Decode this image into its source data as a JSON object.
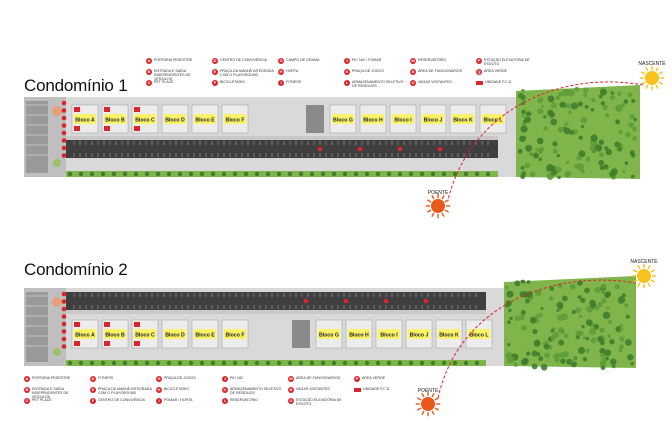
{
  "plans": [
    {
      "title": "Condomínio 1",
      "blocks": [
        "Bloco A",
        "Bloco B",
        "Bloco C",
        "Bloco D",
        "Bloco E",
        "Bloco F",
        "Bloco G",
        "Bloco H",
        "Bloco I",
        "Bloco J",
        "Bloco K",
        "Bloco L"
      ],
      "sunrise_label": "NASCENTE",
      "sunset_label": "POENTE"
    },
    {
      "title": "Condomínio 2",
      "blocks": [
        "Bloco A",
        "Bloco B",
        "Bloco C",
        "Bloco D",
        "Bloco E",
        "Bloco F",
        "Bloco G",
        "Bloco H",
        "Bloco I",
        "Bloco J",
        "Bloco K",
        "Bloco L"
      ],
      "sunrise_label": "NASCENTE",
      "sunset_label": "POENTE"
    }
  ],
  "legend1": [
    {
      "code": "A",
      "text": "PORTARIA PEDESTRE"
    },
    {
      "code": "B",
      "text": "ENTRADA E SAÍDA INDEPENDENTES DE VEÍCULOS"
    },
    {
      "code": "C",
      "text": "PET PLACE"
    },
    {
      "code": "D",
      "text": "CENTRO DE CONVIVÊNCIA"
    },
    {
      "code": "E",
      "text": "PRAÇA DA MANHÃ INTEGRADA COM O PLAYGROUND"
    },
    {
      "code": "F",
      "text": "BICICLETÁRIO"
    },
    {
      "code": "G",
      "text": "CAMPO DE GRAMA"
    },
    {
      "code": "H",
      "text": "HORTA"
    },
    {
      "code": "I",
      "text": "FITNESS"
    },
    {
      "code": "J",
      "text": "PIC NIC / POMAR"
    },
    {
      "code": "K",
      "text": "PRAÇA DE JOGOS"
    },
    {
      "code": "L",
      "text": "ARMAZENAMENTO SELETIVO DE RESÍDUOS"
    },
    {
      "code": "M",
      "text": "RESERVATÓRIO"
    },
    {
      "code": "N",
      "text": "ÁREA DE FUNCIONÁRIOS"
    },
    {
      "code": "O",
      "text": "VAGAS VISITANTES"
    },
    {
      "code": "P",
      "text": "ESTAÇÃO ELEVATÓRIA DE ESGOTO"
    },
    {
      "code": "Q",
      "text": "ÁREA VERDE"
    },
    {
      "code": "",
      "text": "UNIDADE P.C.D.",
      "square": true
    }
  ],
  "legend2": [
    {
      "code": "A",
      "text": "PORTARIA PEDESTRE"
    },
    {
      "code": "B",
      "text": "ENTRADA E SAÍDA INDEPENDENTES DE VEÍCULOS"
    },
    {
      "code": "C",
      "text": "PET PLACE"
    },
    {
      "code": "D",
      "text": "FITNESS"
    },
    {
      "code": "E",
      "text": "PRAÇA DA MANHÃ INTEGRADA COM O PLAYGROUND"
    },
    {
      "code": "F",
      "text": "CENTRO DE CONVIVÊNCIA"
    },
    {
      "code": "G",
      "text": "PRAÇA DE JOGOS"
    },
    {
      "code": "H",
      "text": "BICICLETÁRIO"
    },
    {
      "code": "I",
      "text": "POMAR / HORTA"
    },
    {
      "code": "J",
      "text": "PIC NIC"
    },
    {
      "code": "K",
      "text": "ARMAZENAMENTO SELETIVO DE RESÍDUOS"
    },
    {
      "code": "L",
      "text": "RESERVATÓRIO"
    },
    {
      "code": "M",
      "text": "ÁREA DE FUNCIONÁRIOS"
    },
    {
      "code": "N",
      "text": "VAGAS VISITANTES"
    },
    {
      "code": "O",
      "text": "ESTAÇÃO ELEVATÓRIA DE ESGOTO"
    },
    {
      "code": "P",
      "text": "ÁREA VERDE"
    },
    {
      "code": "",
      "text": "UNIDADE P.C.D.",
      "square": true
    }
  ],
  "colors": {
    "building": "#fbf46b",
    "building_roof": "#ececec",
    "pcd": "#d8242b",
    "asphalt": "#3f3f3f",
    "sidewalk": "#c9c9c9",
    "grass": "#7fb54a",
    "tree": "#3f7d2c",
    "sun": "#f6c21b",
    "sunset": "#e9591c",
    "arc": "#d8242b"
  }
}
